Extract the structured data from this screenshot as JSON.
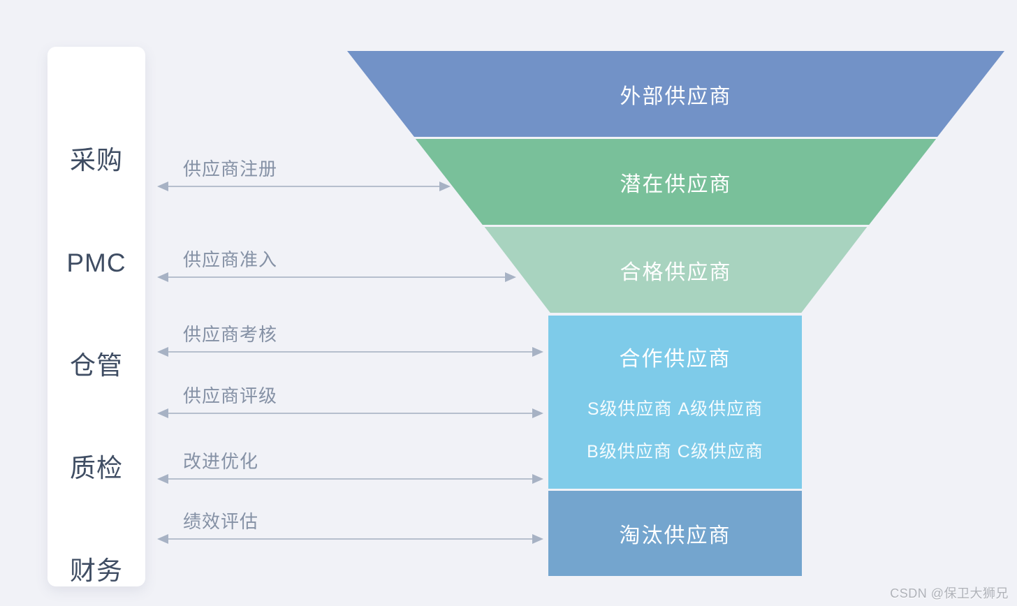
{
  "page": {
    "background": "#f1f2f7",
    "watermark": "CSDN @保卫大狮兄"
  },
  "sidebar": {
    "items": [
      {
        "label": "采购"
      },
      {
        "label": "PMC"
      },
      {
        "label": "仓管"
      },
      {
        "label": "质检"
      },
      {
        "label": "财务"
      }
    ]
  },
  "processes": [
    {
      "label": "供应商注册"
    },
    {
      "label": "供应商准入"
    },
    {
      "label": "供应商考核"
    },
    {
      "label": "供应商评级"
    },
    {
      "label": "改进优化"
    },
    {
      "label": "绩效评估"
    }
  ],
  "funnel": {
    "stages": [
      {
        "label": "外部供应商",
        "color": "#7292c7"
      },
      {
        "label": "潜在供应商",
        "color": "#79c09a"
      },
      {
        "label": "合格供应商",
        "color": "#a8d3bf"
      },
      {
        "label": "合作供应商",
        "color": "#7ecbe9",
        "sublines": [
          "S级供应商 A级供应商",
          "B级供应商 C级供应商"
        ]
      },
      {
        "label": "淘汰供应商",
        "color": "#74a5ce"
      }
    ]
  },
  "colors": {
    "arrow_line": "#b6bfcd",
    "arrow_head": "#a7b2c4",
    "process_label": "#8591a5",
    "department_text": "#3f4d63"
  }
}
